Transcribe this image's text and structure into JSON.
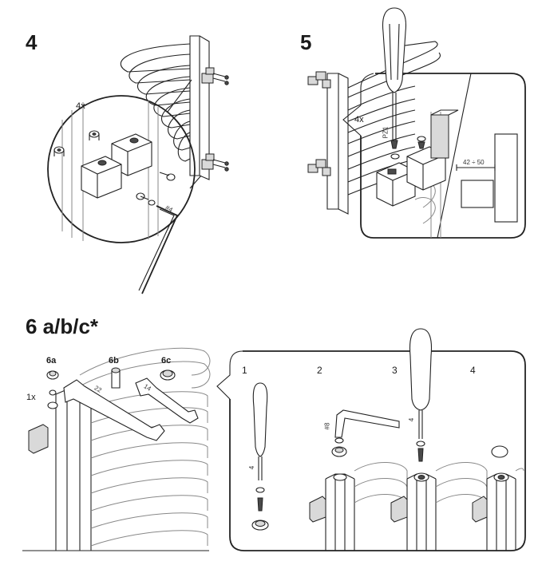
{
  "steps": {
    "s4": "4",
    "s5": "5",
    "s6": "6 a/b/c*"
  },
  "step4": {
    "qty": "4x",
    "hex": "#4"
  },
  "step5": {
    "qty": "4x",
    "driver": "PZ1",
    "range": "42 ÷ 50"
  },
  "step6": {
    "a": "6a",
    "b": "6b",
    "c": "6c",
    "qty": "1x",
    "wrench_a": "22",
    "wrench_b": "14",
    "sub": [
      "1",
      "2",
      "3",
      "4"
    ],
    "screw_size": "4",
    "hex8": "#8"
  }
}
